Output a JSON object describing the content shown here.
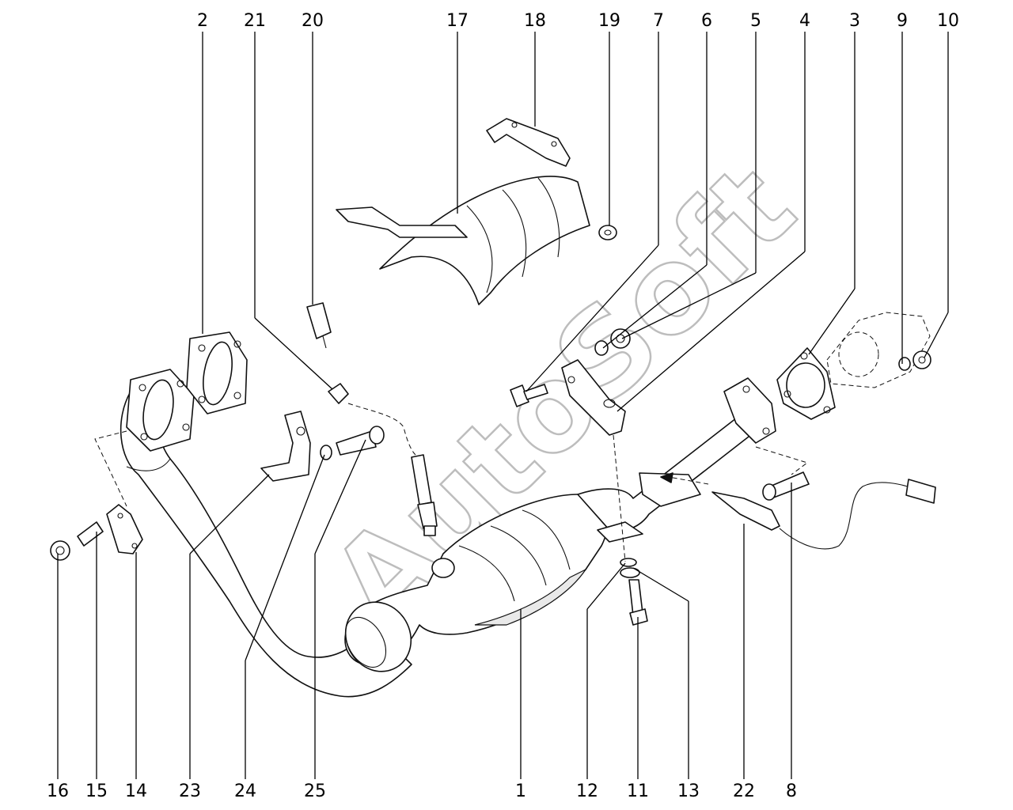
{
  "watermark": "AutoSoft",
  "callouts_top": [
    "2",
    "21",
    "20",
    "17",
    "18",
    "19",
    "7",
    "6",
    "5",
    "4",
    "3",
    "9",
    "10"
  ],
  "callouts_bottom": [
    "16",
    "15",
    "14",
    "23",
    "24",
    "25",
    "1",
    "12",
    "11",
    "13",
    "22",
    "8"
  ]
}
